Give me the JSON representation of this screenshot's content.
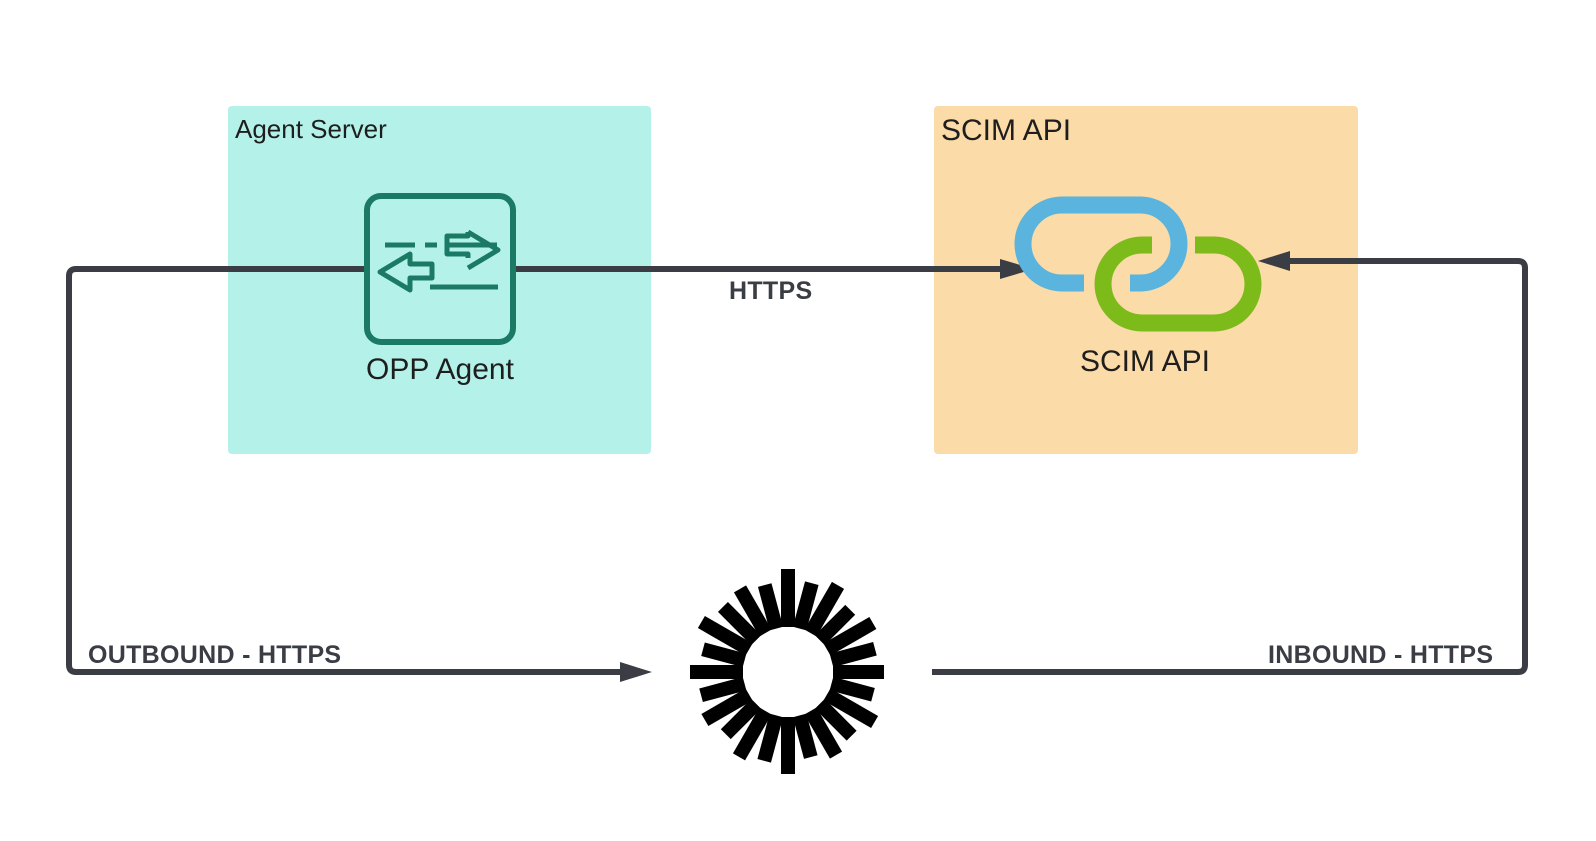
{
  "groups": {
    "agent_server": {
      "title": "Agent Server",
      "color": "#b4f2e9"
    },
    "scim_api": {
      "title": "SCIM API",
      "color": "#fbdba7"
    }
  },
  "nodes": {
    "opp_agent": {
      "label": "OPP Agent",
      "icon": "data-exchange-arrows-icon",
      "color": "#1b7a63"
    },
    "scim_api": {
      "label": "SCIM API",
      "icon": "chain-link-icon",
      "colors": [
        "#5ab4dd",
        "#7dbb1a"
      ]
    },
    "hub": {
      "icon": "starburst-logo-icon",
      "color": "#000000"
    }
  },
  "edges": {
    "agent_to_scim": {
      "label": "HTTPS"
    },
    "outbound": {
      "label": "OUTBOUND - HTTPS"
    },
    "inbound": {
      "label": "INBOUND - HTTPS"
    },
    "line_color": "#3a3d44"
  }
}
